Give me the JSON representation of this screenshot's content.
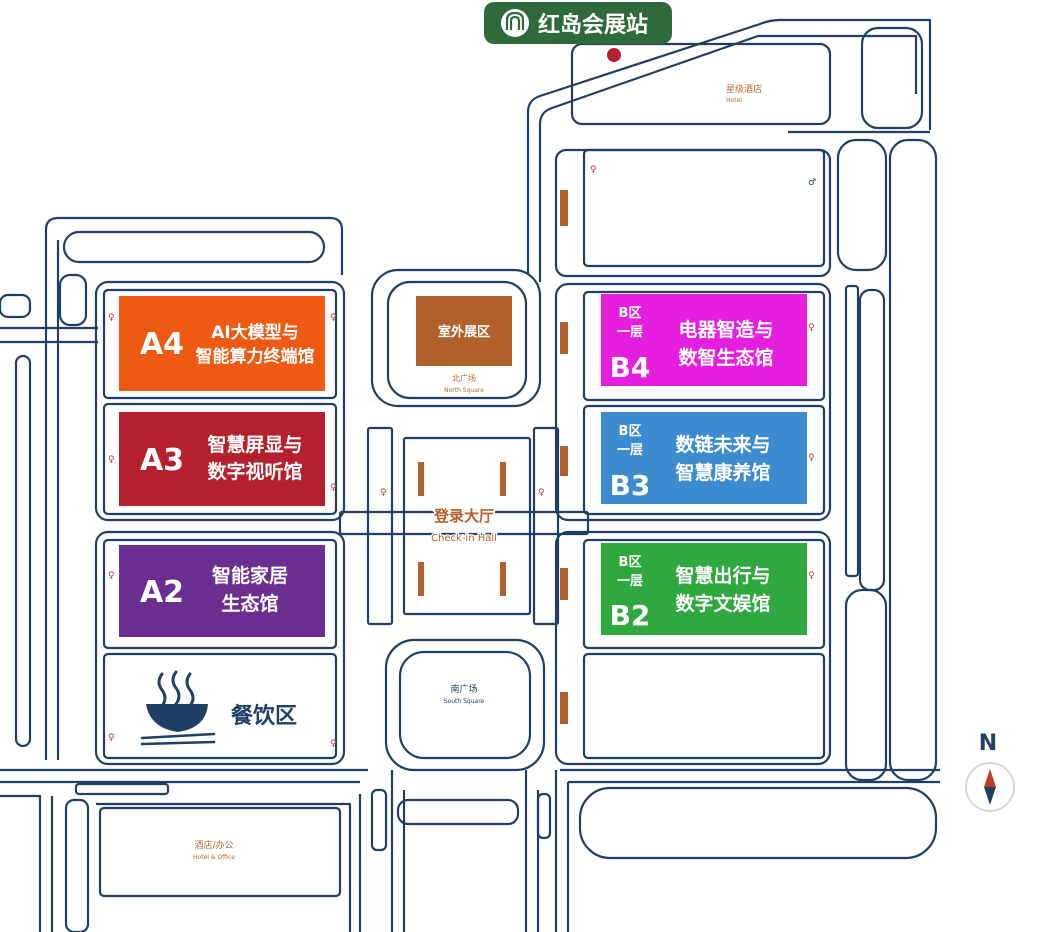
{
  "station": {
    "label": "红岛会展站",
    "bg": "#2f6b3a"
  },
  "landmarks": {
    "star_hotel_cn": "星级酒店",
    "star_hotel_en": "Hotel",
    "north_square_cn": "北广场",
    "north_square_en": "North Square",
    "south_square_cn": "南广场",
    "south_square_en": "South Square",
    "hotel_office_cn": "酒店/办公",
    "hotel_office_en": "Hotel & Office",
    "outdoor_exhibit": "室外展区",
    "checkin_cn": "登录大厅",
    "checkin_en": "Check-in Hall"
  },
  "halls": [
    {
      "id": "A4",
      "code": "A4",
      "name1": "AI大模型与",
      "name2": "智能算力终端馆",
      "color": "#ee5a12"
    },
    {
      "id": "A3",
      "code": "A3",
      "name1": "智慧屏显与",
      "name2": "数字视听馆",
      "color": "#b5202e"
    },
    {
      "id": "A2",
      "code": "A2",
      "name1": "智能家居",
      "name2": "生态馆",
      "color": "#6b2f91"
    },
    {
      "id": "B4",
      "code": "B4",
      "floor1": "B区",
      "floor2": "一层",
      "name1": "电器智造与",
      "name2": "数智生态馆",
      "color": "#e61ee0"
    },
    {
      "id": "B3",
      "code": "B3",
      "floor1": "B区",
      "floor2": "一层",
      "name1": "数链未来与",
      "name2": "智慧康养馆",
      "color": "#3d8ccf"
    },
    {
      "id": "B2",
      "code": "B2",
      "floor1": "B区",
      "floor2": "一层",
      "name1": "智慧出行与",
      "name2": "数字文娱馆",
      "color": "#2ea83f"
    }
  ],
  "dining": {
    "label": "餐饮区"
  },
  "compass": {
    "label": "N"
  },
  "colors": {
    "road": "#1f3f66",
    "brown": "#b0602a",
    "text_dark": "#1f3f66"
  }
}
